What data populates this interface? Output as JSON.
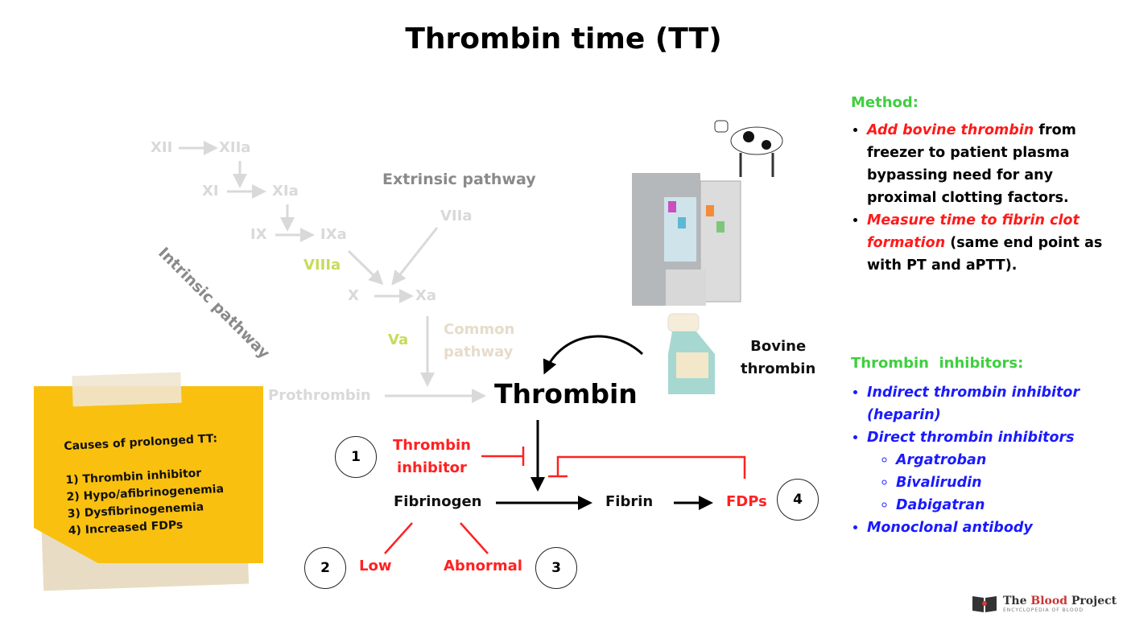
{
  "title": "Thrombin time (TT)",
  "pathway": {
    "xii": "XII",
    "xiia": "XIIa",
    "xi": "XI",
    "xia": "XIa",
    "ix": "IX",
    "ixa": "IXa",
    "viiia": "VIIIa",
    "viia": "VIIa",
    "x": "X",
    "xa": "Xa",
    "va": "Va",
    "prothrombin": "Prothrombin",
    "intrinsic": "Intrinsic pathway",
    "extrinsic": "Extrinsic pathway",
    "common1": "Common",
    "common2": "pathway"
  },
  "center": {
    "thrombin": "Thrombin",
    "inhibitor1": "Thrombin",
    "inhibitor2": "inhibitor",
    "fibrinogen": "Fibrinogen",
    "fibrin": "Fibrin",
    "fdps": "FDPs",
    "low": "Low",
    "abnormal": "Abnormal",
    "bovine1": "Bovine",
    "bovine2": "thrombin",
    "n1": "1",
    "n2": "2",
    "n3": "3",
    "n4": "4"
  },
  "note": {
    "heading": "Causes of prolonged TT:",
    "items": [
      "1) Thrombin inhibitor",
      "2) Hypo/afibrinogenemia",
      "3) Dysfibrinogenemia",
      "4) Increased FDPs"
    ]
  },
  "method": {
    "heading": "Method:",
    "b1_em": "Add bovine thrombin",
    "b1_rest": " from freezer to patient plasma bypassing need for any proximal clotting factors.",
    "b2_em": "Measure time to fibrin clot formation",
    "b2_rest": " (same end point as with PT and aPTT)."
  },
  "inhibitors": {
    "heading": "Thrombin  inhibitors:",
    "i1": "Indirect thrombin inhibitor (heparin)",
    "i2": "Direct thrombin inhibitors",
    "sub": [
      "Argatroban",
      "Bivalirudin",
      "Dabigatran"
    ],
    "i3": "Monoclonal antibody"
  },
  "logo": {
    "name1": "The ",
    "name2": "Blood",
    "name3": " Project",
    "tagline": "ENCYCLOPEDIA OF BLOOD"
  },
  "colors": {
    "red": "#ff2121",
    "green": "#3fcf3f",
    "blue": "#1a1aff",
    "note": "#f9c00f"
  }
}
